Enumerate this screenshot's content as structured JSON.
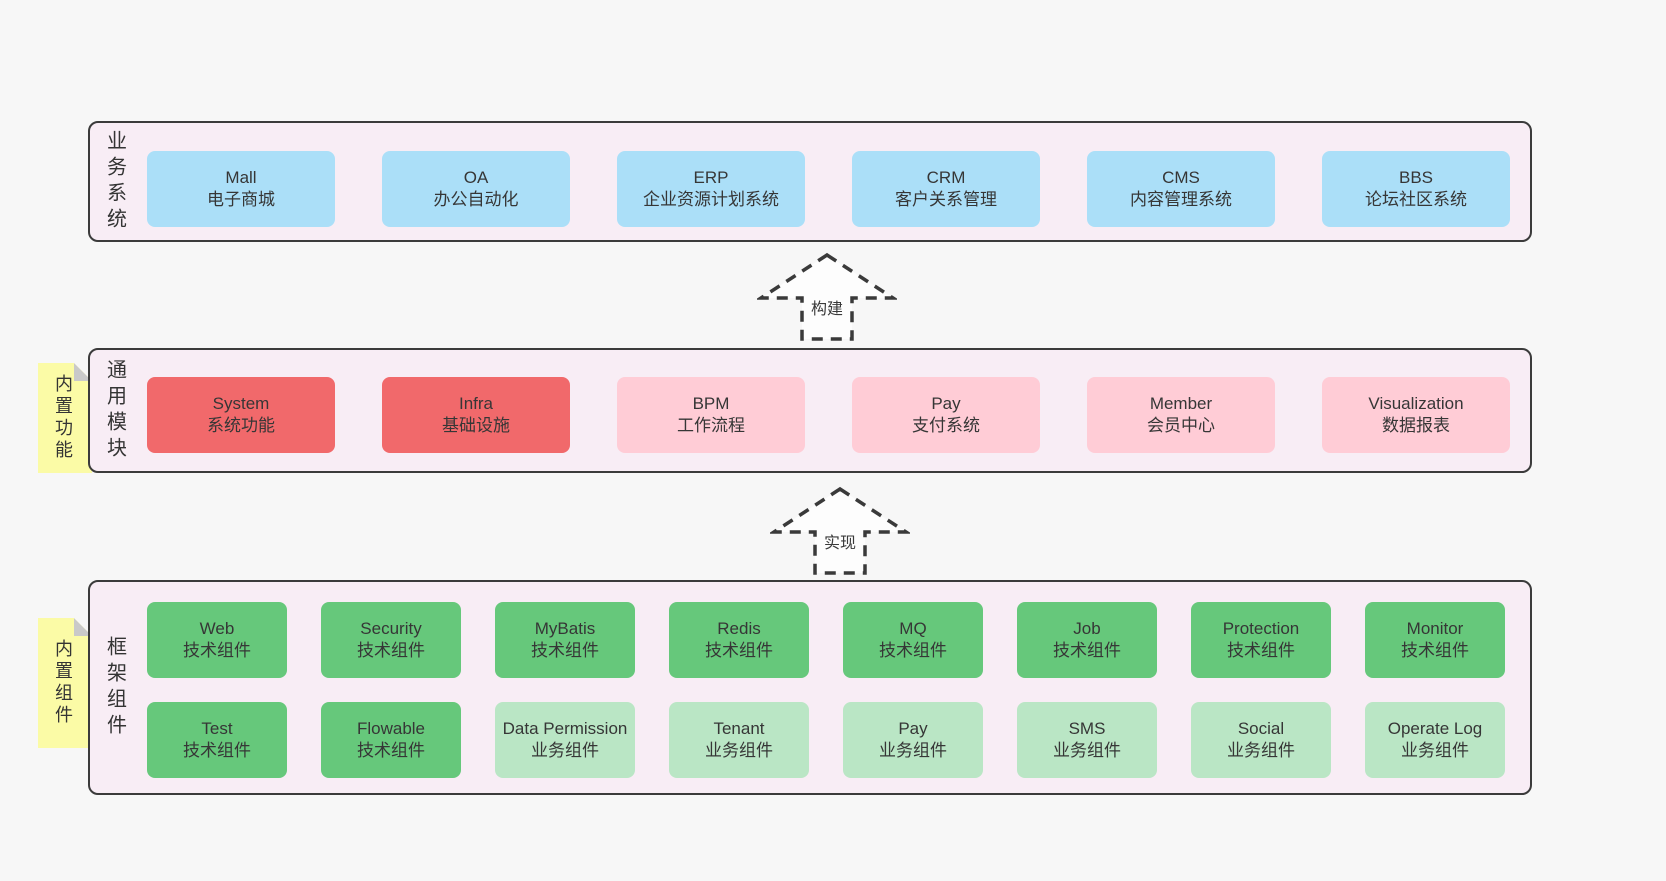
{
  "page": {
    "background": "#f7f7f7"
  },
  "colors": {
    "container_bg": "#f8edf5",
    "container_border": "#3b3b3b",
    "blue_box": "#abdff8",
    "red_box": "#f1696b",
    "pink_box": "#ffccd6",
    "green_box": "#66c87b",
    "green_light_box": "#bae6c5",
    "yellow_tag": "#fbfba6",
    "tag_fold": "#c9c9c9",
    "text": "#363636"
  },
  "arrows": [
    {
      "label": "构建"
    },
    {
      "label": "实现"
    }
  ],
  "bands": [
    {
      "label": "业务系统",
      "boxes": [
        {
          "title": "Mall",
          "subtitle": "电子商城"
        },
        {
          "title": "OA",
          "subtitle": "办公自动化"
        },
        {
          "title": "ERP",
          "subtitle": "企业资源计划系统"
        },
        {
          "title": "CRM",
          "subtitle": "客户关系管理"
        },
        {
          "title": "CMS",
          "subtitle": "内容管理系统"
        },
        {
          "title": "BBS",
          "subtitle": "论坛社区系统"
        }
      ]
    },
    {
      "label": "通用模块",
      "tag": "内置功能",
      "boxes": [
        {
          "title": "System",
          "subtitle": "系统功能"
        },
        {
          "title": "Infra",
          "subtitle": "基础设施"
        },
        {
          "title": "BPM",
          "subtitle": "工作流程"
        },
        {
          "title": "Pay",
          "subtitle": "支付系统"
        },
        {
          "title": "Member",
          "subtitle": "会员中心"
        },
        {
          "title": "Visualization",
          "subtitle": "数据报表"
        }
      ]
    },
    {
      "label": "框架组件",
      "tag": "内置组件",
      "rows": [
        [
          {
            "title": "Web",
            "subtitle": "技术组件"
          },
          {
            "title": "Security",
            "subtitle": "技术组件"
          },
          {
            "title": "MyBatis",
            "subtitle": "技术组件"
          },
          {
            "title": "Redis",
            "subtitle": "技术组件"
          },
          {
            "title": "MQ",
            "subtitle": "技术组件"
          },
          {
            "title": "Job",
            "subtitle": "技术组件"
          },
          {
            "title": "Protection",
            "subtitle": "技术组件"
          },
          {
            "title": "Monitor",
            "subtitle": "技术组件"
          }
        ],
        [
          {
            "title": "Test",
            "subtitle": "技术组件"
          },
          {
            "title": "Flowable",
            "subtitle": "技术组件"
          },
          {
            "title": "Data Permission",
            "subtitle": "业务组件"
          },
          {
            "title": "Tenant",
            "subtitle": "业务组件"
          },
          {
            "title": "Pay",
            "subtitle": "业务组件"
          },
          {
            "title": "SMS",
            "subtitle": "业务组件"
          },
          {
            "title": "Social",
            "subtitle": "业务组件"
          },
          {
            "title": "Operate Log",
            "subtitle": "业务组件"
          }
        ]
      ]
    }
  ]
}
